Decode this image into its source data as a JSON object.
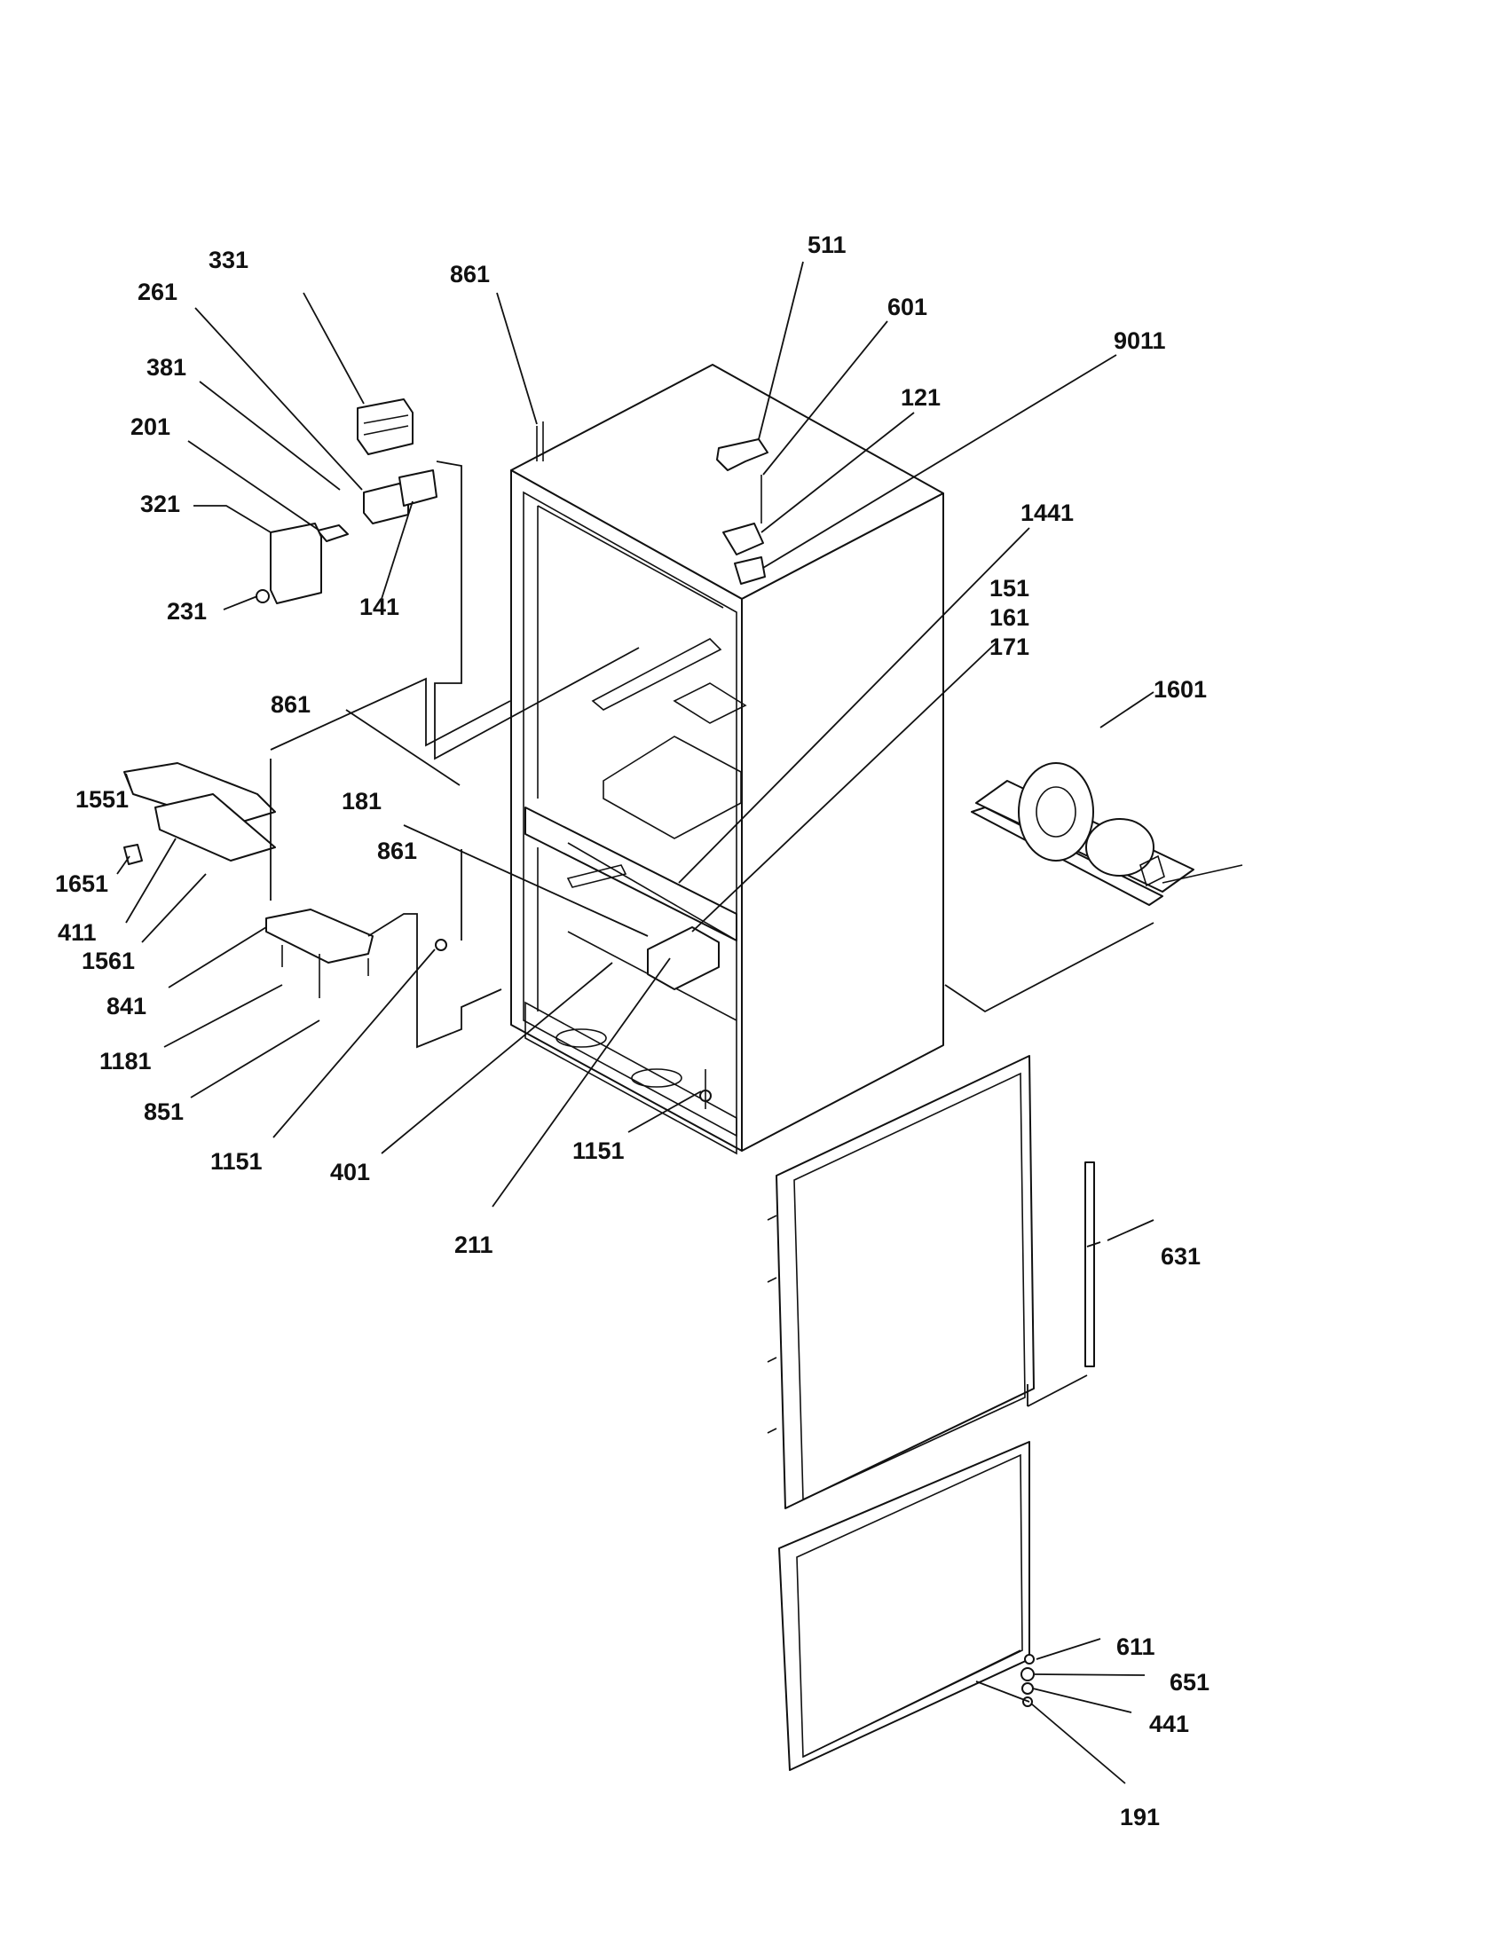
{
  "diagram": {
    "labels": {
      "l331": "331",
      "l261": "261",
      "l381": "381",
      "l201": "201",
      "l321": "321",
      "l231": "231",
      "l141": "141",
      "l861_top": "861",
      "l511": "511",
      "l601": "601",
      "l121": "121",
      "l9011": "9011",
      "l1441": "1441",
      "l151": "151",
      "l161": "161",
      "l171": "171",
      "l1601": "1601",
      "l861_mid": "861",
      "l1551": "1551",
      "l181": "181",
      "l861_low": "861",
      "l1651": "1651",
      "l411": "411",
      "l1561": "1561",
      "l841": "841",
      "l1181": "1181",
      "l851": "851",
      "l1151_left": "1151",
      "l401": "401",
      "l1151_right": "1151",
      "l211": "211",
      "l631": "631",
      "l611": "611",
      "l651": "651",
      "l441": "441",
      "l191": "191"
    }
  }
}
